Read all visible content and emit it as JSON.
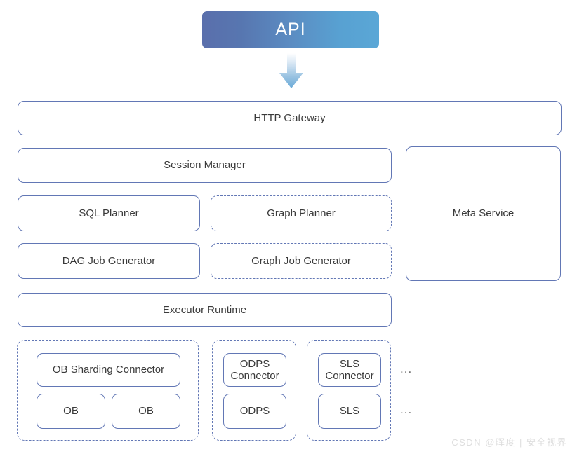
{
  "diagram": {
    "title": "API",
    "arrow_icon": "down-arrow-icon",
    "layers": {
      "gateway": {
        "label": "HTTP Gateway"
      },
      "session": {
        "label": "Session Manager"
      },
      "meta": {
        "label": "Meta Service"
      },
      "planners": [
        {
          "label": "SQL Planner",
          "style": "solid"
        },
        {
          "label": "Graph Planner",
          "style": "dashed"
        }
      ],
      "generators": [
        {
          "label": "DAG Job Generator",
          "style": "solid"
        },
        {
          "label": "Graph Job Generator",
          "style": "dashed"
        }
      ],
      "executor": {
        "label": "Executor Runtime"
      }
    },
    "connector_groups": [
      {
        "name": "ob-group",
        "connector": {
          "label": "OB Sharding Connector"
        },
        "stores": [
          {
            "label": "OB"
          },
          {
            "label": "OB"
          }
        ]
      },
      {
        "name": "odps-group",
        "connector": {
          "label": "ODPS\nConnector"
        },
        "stores": [
          {
            "label": "ODPS"
          }
        ]
      },
      {
        "name": "sls-group",
        "connector": {
          "label": "SLS\nConnector"
        },
        "stores": [
          {
            "label": "SLS"
          }
        ]
      }
    ],
    "ellipses": [
      {
        "label": "..."
      },
      {
        "label": "..."
      }
    ],
    "watermark": "CSDN @晖度 | 安全视界",
    "colors": {
      "border": "#6277b5",
      "text": "#3a3a3a",
      "api_gradient_start": "#5a6fac",
      "api_gradient_end": "#5aa7d6",
      "watermark": "#dedede"
    }
  }
}
